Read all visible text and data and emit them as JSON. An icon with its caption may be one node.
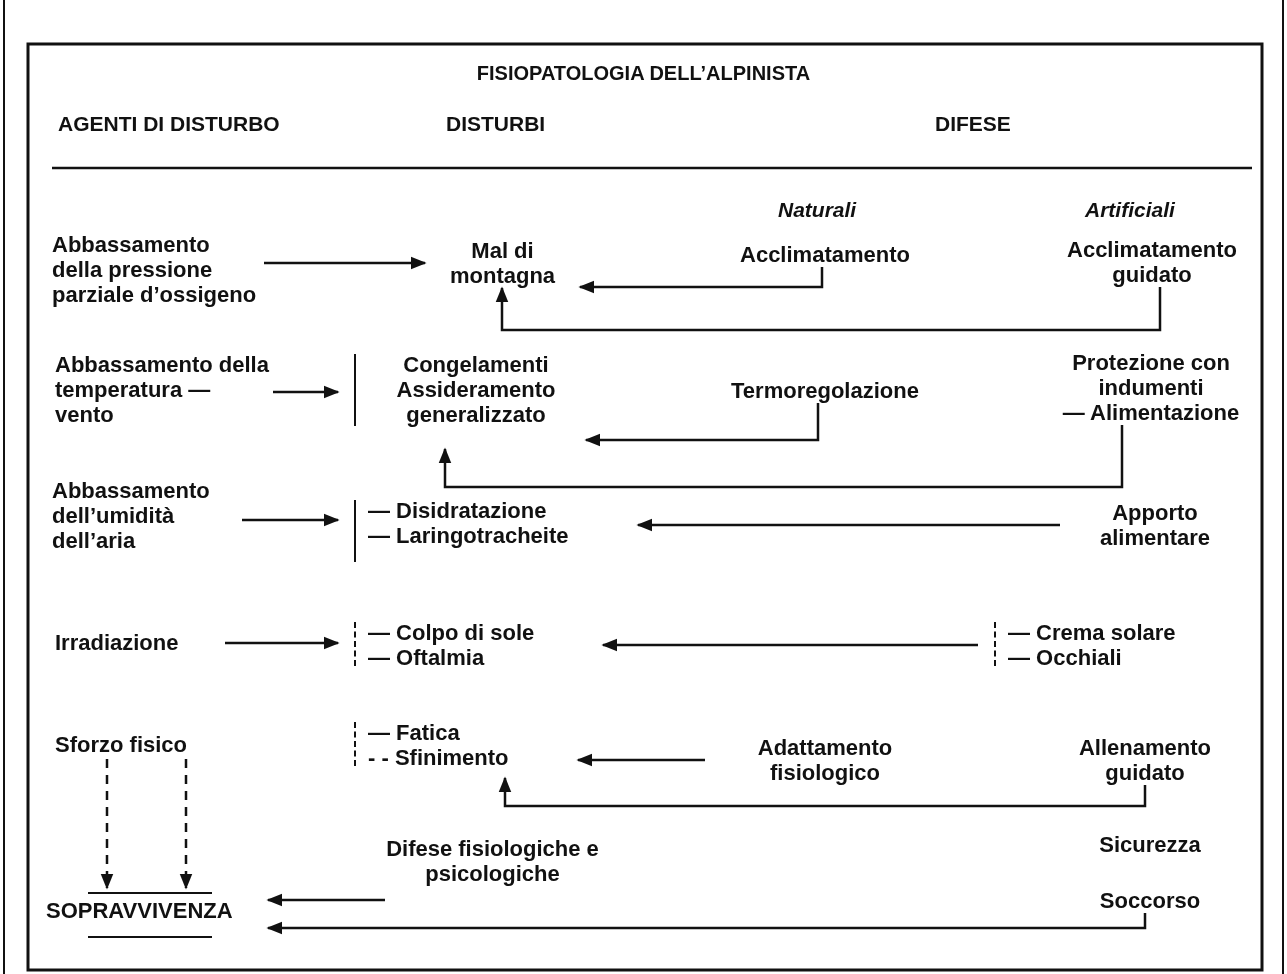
{
  "diagram": {
    "title": "FISIOPATOLOGIA DELL’ALPINISTA",
    "nodes": [
      {
        "text": [
          "Abbassamento della pressione parziale d’ossigeno"
        ]
      },
      {
        "text": [
          "Mal di montagna"
        ]
      },
      {
        "text": [
          "Acclimatamento"
        ]
      },
      {
        "text": [
          "Acclimatamento guidato"
        ]
      },
      {
        "text": [
          "Abbassamento della temperatura — vento"
        ]
      },
      {
        "text": [
          "Congelamenti Assideramento generalizzato"
        ]
      },
      {
        "text": [
          "Termoregolazione"
        ]
      },
      {
        "text": [
          "Protezione con indumenti",
          "— Alimentazione"
        ]
      },
      {
        "text": [
          "Abbassamento dell’umidità dell’aria"
        ]
      },
      {
        "text": [
          "— Disidratazione",
          "— Laringotracheite"
        ]
      },
      {
        "text": [
          "Apporto alimentare"
        ]
      },
      {
        "text": [
          "Irradiazione"
        ]
      },
      {
        "text": [
          "— Colpo di sole",
          "— Oftalmia"
        ]
      },
      {
        "text": [
          "— Crema solare",
          "— Occhiali"
        ]
      },
      {
        "text": [
          "Sforzo fisico"
        ]
      },
      {
        "text": [
          "— Fatica",
          "- - Sfinimento"
        ]
      },
      {
        "text": [
          "Adattamento fisiologico"
        ]
      },
      {
        "text": [
          "Allenamento guidato"
        ]
      },
      {
        "text": [
          "SOPRAVVIVENZA"
        ]
      },
      {
        "text": [
          "Difese fisiologiche e psicologiche"
        ]
      },
      {
        "text": [
          "Sicurezza"
        ]
      },
      {
        "text": [
          "Soccorso"
        ]
      }
    ],
    "edges": [
      {
        "from": 0,
        "to": 1,
        "arrow": "to"
      },
      {
        "from": 2,
        "to": 1,
        "arrow": "to"
      },
      {
        "from": 3,
        "to": 1,
        "arrow": "to"
      },
      {
        "from": 4,
        "to": 5,
        "arrow": "to"
      },
      {
        "from": 6,
        "to": 5,
        "arrow": "to"
      },
      {
        "from": 7,
        "to": 5,
        "arrow": "to"
      },
      {
        "from": 8,
        "to": 9,
        "arrow": "to"
      },
      {
        "from": 10,
        "to": 9,
        "arrow": "to"
      },
      {
        "from": 11,
        "to": 12,
        "arrow": "to"
      },
      {
        "from": 13,
        "to": 12,
        "arrow": "to"
      },
      {
        "from": 16,
        "to": 15,
        "arrow": "to"
      },
      {
        "from": 17,
        "to": 15,
        "arrow": "to"
      },
      {
        "from": 14,
        "to": 18,
        "arrow": "to",
        "style": "dashed"
      },
      {
        "from": 14,
        "to": 18,
        "arrow": "to",
        "style": "dashed"
      },
      {
        "from": 19,
        "to": 18,
        "arrow": "to"
      },
      {
        "from": 21,
        "to": 18,
        "arrow": "to"
      }
    ],
    "labels": [
      "AGENTI DI DISTURBO",
      "DISTURBI",
      "DIFESE",
      "Naturali",
      "Artificiali"
    ]
  }
}
